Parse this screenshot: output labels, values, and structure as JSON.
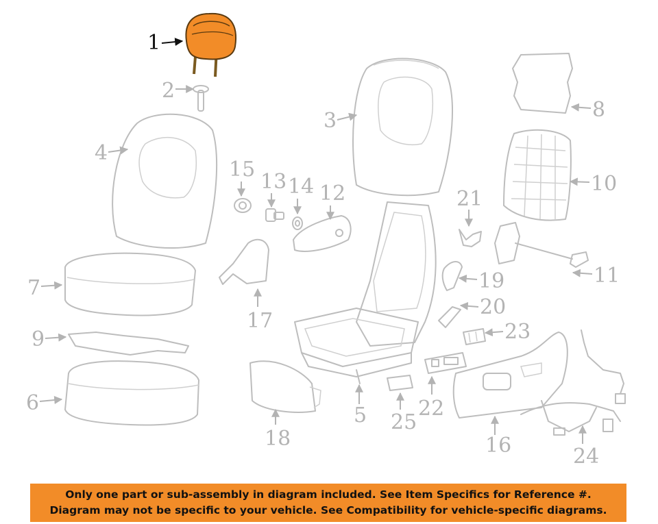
{
  "diagram": {
    "highlight_color": "#f28c28",
    "callouts": {
      "c1": "1",
      "c2": "2",
      "c3": "3",
      "c4": "4",
      "c5": "5",
      "c6": "6",
      "c7": "7",
      "c8": "8",
      "c9": "9",
      "c10": "10",
      "c11": "11",
      "c12": "12",
      "c13": "13",
      "c14": "14",
      "c15": "15",
      "c16": "16",
      "c17": "17",
      "c18": "18",
      "c19": "19",
      "c20": "20",
      "c21": "21",
      "c22": "22",
      "c23": "23",
      "c24": "24",
      "c25": "25"
    },
    "highlighted_part": "1"
  },
  "notice": {
    "line1": "Only one part or sub-assembly in diagram included. See Item Specifics for Reference #.",
    "line2": "Diagram may not be specific to your vehicle. See Compatibility for vehicle-specific diagrams.",
    "background": "#f28c28"
  }
}
